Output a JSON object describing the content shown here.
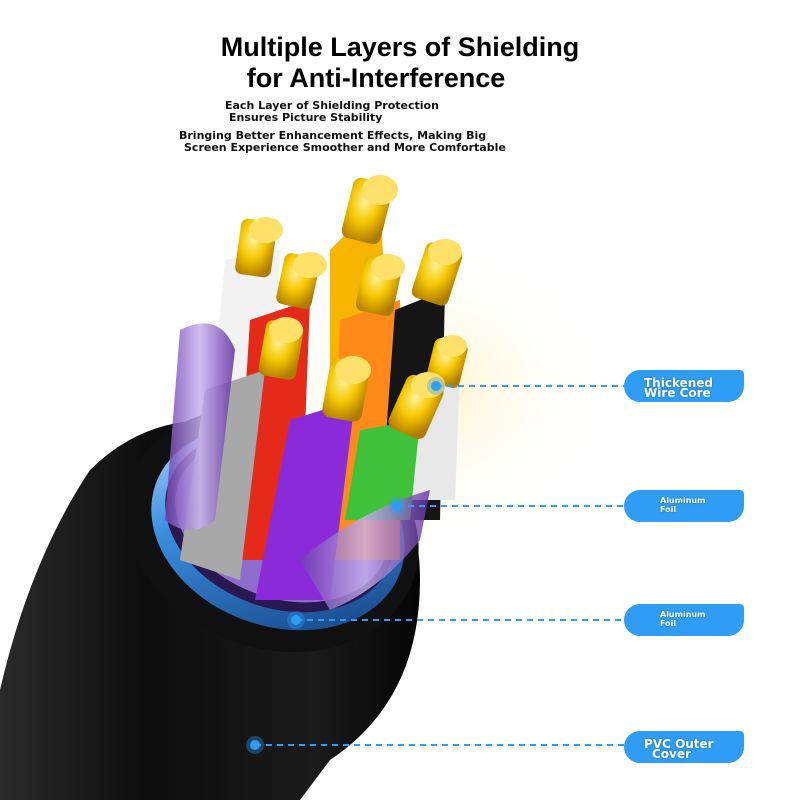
{
  "headline": {
    "line1": "Multiple Layers of Shielding",
    "line2": "for Anti-Interference"
  },
  "subtitle": {
    "line1": "Each Layer of Shielding Protection",
    "line2": "Ensures Picture Stability",
    "line3": "Bringing Better Enhancement Effects, Making Big",
    "line4": "Screen Experience Smoother and More Comfortable"
  },
  "callouts": [
    {
      "line1": "Thickened",
      "line2": "Wire Core"
    },
    {
      "line1": "Aluminum",
      "line2": "Foil"
    },
    {
      "line1": "Aluminum",
      "line2": "Foil"
    },
    {
      "line1": "PVC Outer",
      "line2": "Cover"
    }
  ],
  "colors": {
    "callout_blue": "#2f9df5",
    "gold": "#f5c800",
    "outer_cover": "#111111",
    "shield_ring": "#3a8fe0",
    "foil_purple": "#a98ad6"
  }
}
